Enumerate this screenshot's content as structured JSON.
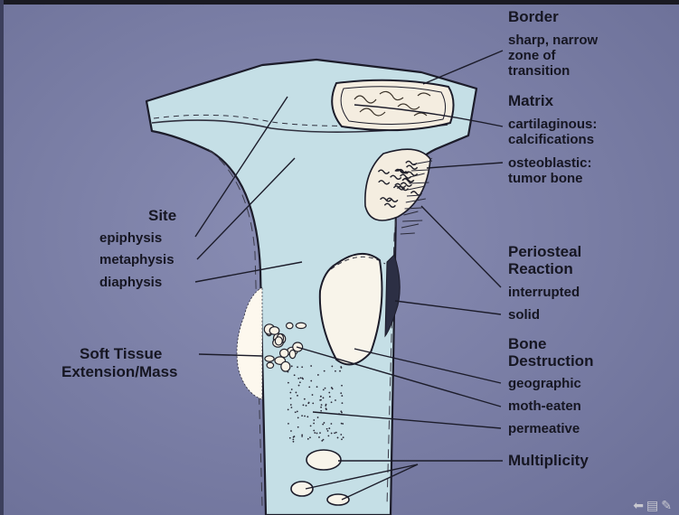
{
  "border": {
    "heading": "Border",
    "items": [
      "sharp, narrow",
      "zone of",
      "transition"
    ]
  },
  "matrix": {
    "heading": "Matrix",
    "items": [
      "cartilaginous:",
      "calcifications",
      "osteoblastic:",
      "tumor bone"
    ]
  },
  "site": {
    "heading": "Site",
    "items": [
      "epiphysis",
      "metaphysis",
      "diaphysis"
    ]
  },
  "periosteal": {
    "heading_line1": "Periosteal",
    "heading_line2": "Reaction",
    "items": [
      "interrupted",
      "solid"
    ]
  },
  "soft_tissue": {
    "line1": "Soft Tissue",
    "line2": "Extension/Mass"
  },
  "destruction": {
    "heading_line1": "Bone",
    "heading_line2": "Destruction",
    "items": [
      "geographic",
      "moth-eaten",
      "permeative"
    ]
  },
  "multiplicity": {
    "heading": "Multiplicity"
  },
  "controls": {
    "icons": [
      "arrow-left-icon",
      "page-icon",
      "pen-icon"
    ]
  },
  "colors": {
    "background": "#7e82a8",
    "bone_fill": "#c5dfe6",
    "outline": "#1c1c2a",
    "lesion_fill": "#f7f1e8"
  }
}
